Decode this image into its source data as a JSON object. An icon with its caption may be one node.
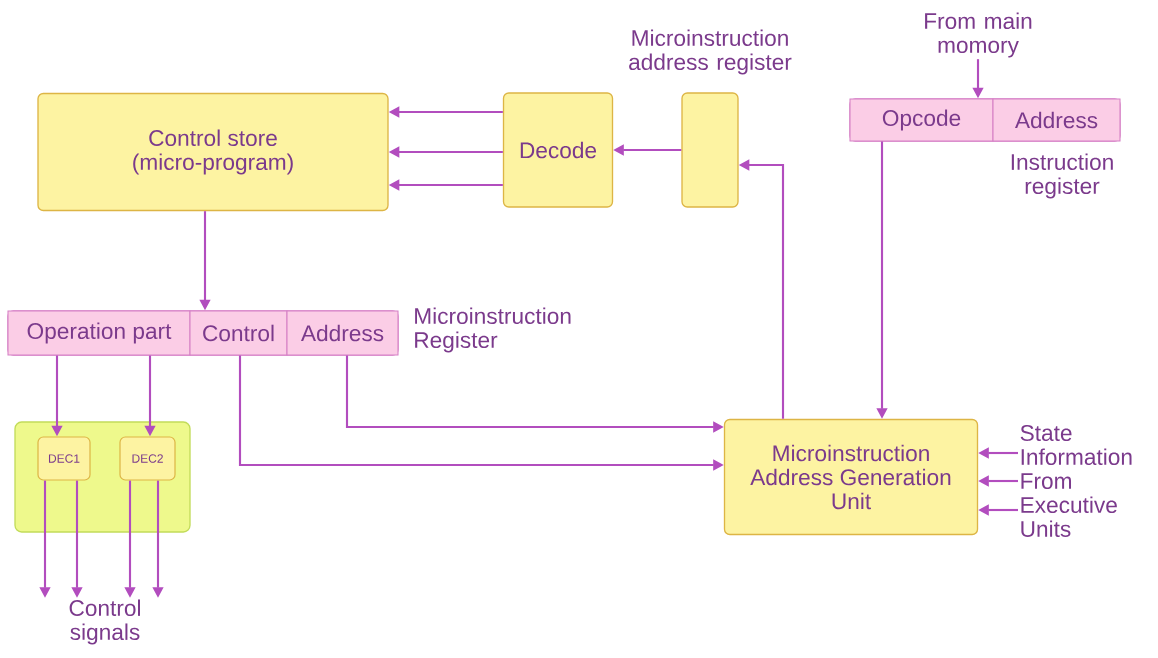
{
  "diagram": {
    "nodes": [
      {
        "text": [
          "From main momory"
        ]
      },
      {
        "text": [
          "Control store (micro-program)"
        ]
      },
      {
        "text": [
          "Decode"
        ]
      },
      {
        "text": [
          "Microinstruction address register"
        ]
      },
      {
        "text": [
          "Instruction register"
        ]
      },
      {
        "text": [
          "Opcode"
        ],
        "in": 4
      },
      {
        "text": [
          "Address"
        ],
        "in": 4
      },
      {
        "text": [
          "Microinstruction Register"
        ]
      },
      {
        "text": [
          "Operation part"
        ],
        "in": 7
      },
      {
        "text": [
          "Control"
        ],
        "in": 7
      },
      {
        "text": [
          "Address"
        ],
        "in": 7
      },
      {
        "text": [],
        "shape": "box"
      },
      {
        "text": [
          "DEC1"
        ],
        "in": 11
      },
      {
        "text": [
          "DEC2"
        ],
        "in": 11
      },
      {
        "text": [
          "Microinstruction Address Generation Unit"
        ]
      },
      {
        "text": [
          "State Information From Executive Units"
        ]
      },
      {
        "text": [
          "Control signals"
        ]
      }
    ],
    "edges": [
      {
        "from": 0,
        "to": 4,
        "arrow": "to"
      },
      {
        "from": 2,
        "to": 1,
        "arrow": "to"
      },
      {
        "from": 2,
        "to": 1,
        "arrow": "to"
      },
      {
        "from": 2,
        "to": 1,
        "arrow": "to"
      },
      {
        "from": 3,
        "to": 2,
        "arrow": "to"
      },
      {
        "from": 14,
        "to": 3,
        "arrow": "to"
      },
      {
        "from": 1,
        "to": 7,
        "arrow": "to"
      },
      {
        "from": 5,
        "to": 14,
        "arrow": "to"
      },
      {
        "from": 8,
        "to": 12,
        "arrow": "to"
      },
      {
        "from": 8,
        "to": 13,
        "arrow": "to"
      },
      {
        "from": 10,
        "to": 14,
        "arrow": "to"
      },
      {
        "from": 9,
        "to": 14,
        "arrow": "to"
      },
      {
        "from": 15,
        "to": 14,
        "arrow": "to"
      },
      {
        "from": 15,
        "to": 14,
        "arrow": "to"
      },
      {
        "from": 15,
        "to": 14,
        "arrow": "to"
      },
      {
        "from": 12,
        "to": 16,
        "arrow": "to"
      },
      {
        "from": 12,
        "to": 16,
        "arrow": "to"
      },
      {
        "from": 13,
        "to": 16,
        "arrow": "to"
      },
      {
        "from": 13,
        "to": 16,
        "arrow": "to"
      }
    ]
  }
}
